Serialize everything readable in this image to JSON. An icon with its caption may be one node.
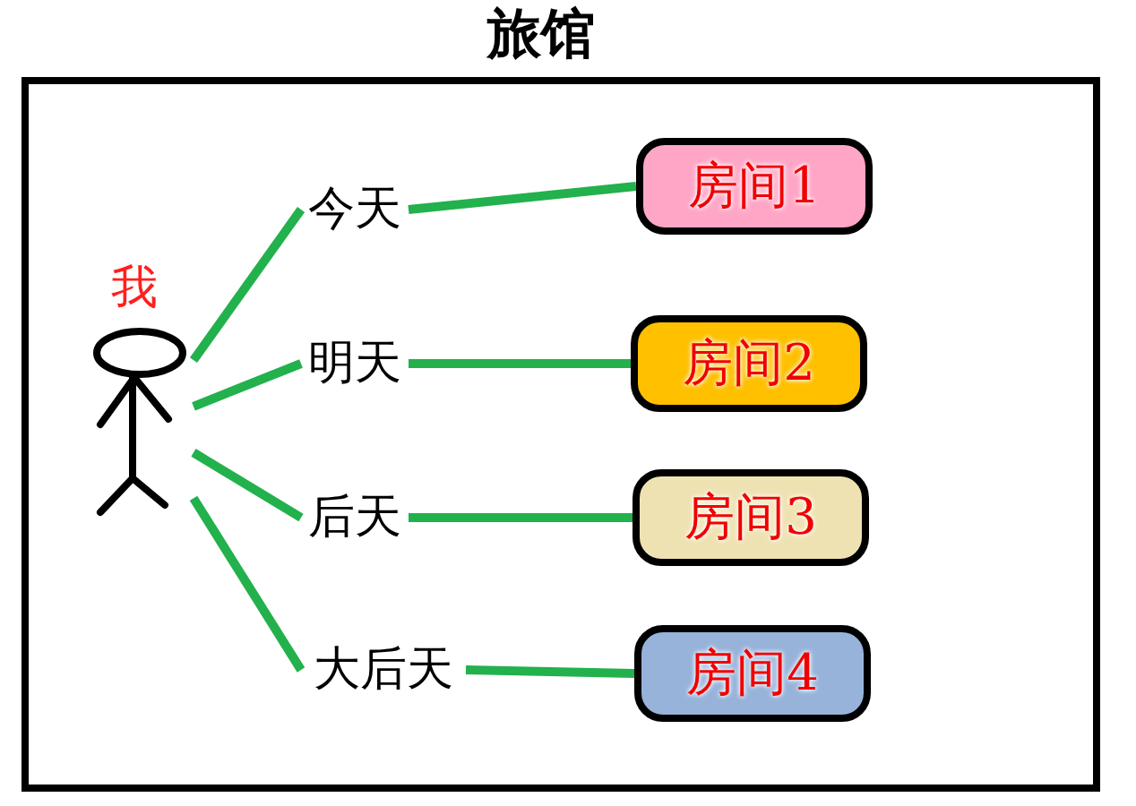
{
  "diagram": {
    "nodes": [
      {
        "text": [
          "旅馆"
        ]
      },
      {
        "text": [
          "我"
        ],
        "in": 0
      },
      {
        "text": [
          "今天"
        ],
        "in": 0
      },
      {
        "text": [
          "明天"
        ],
        "in": 0
      },
      {
        "text": [
          "后天"
        ],
        "in": 0
      },
      {
        "text": [
          "大后天"
        ],
        "in": 0
      },
      {
        "text": [
          "房间1"
        ],
        "in": 0
      },
      {
        "text": [
          "房间2"
        ],
        "in": 0
      },
      {
        "text": [
          "房间3"
        ],
        "in": 0
      },
      {
        "text": [
          "房间4"
        ],
        "in": 0
      }
    ],
    "edges": [
      {
        "from": 1,
        "to": 2,
        "arrow": "none"
      },
      {
        "from": 1,
        "to": 3,
        "arrow": "none"
      },
      {
        "from": 1,
        "to": 4,
        "arrow": "none"
      },
      {
        "from": 1,
        "to": 5,
        "arrow": "none"
      },
      {
        "from": 2,
        "to": 6,
        "arrow": "none"
      },
      {
        "from": 3,
        "to": 7,
        "arrow": "none"
      },
      {
        "from": 4,
        "to": 8,
        "arrow": "none"
      },
      {
        "from": 5,
        "to": 9,
        "arrow": "none"
      }
    ]
  }
}
